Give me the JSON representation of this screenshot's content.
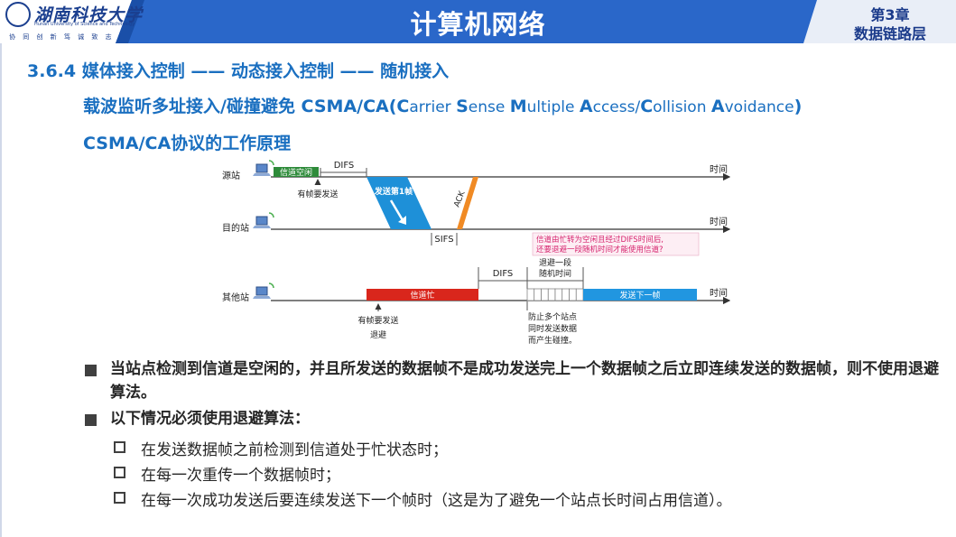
{
  "header": {
    "school_name": "湖南科技大学",
    "school_name_en": "Hunan University of Science and Technology",
    "motto": "协 同 创 新   笃 诚 致 志",
    "course_title": "计算机网络",
    "chapter_num": "第3章",
    "chapter_name": "数据链路层"
  },
  "section": {
    "heading": "3.6.4 媒体接入控制 —— 动态接入控制 —— 随机接入",
    "subheading_prefix": "载波监听多址接入/碰撞避免 CSMA/CA(",
    "subheading_parts": [
      {
        "cap": "C",
        "rest": "arrier "
      },
      {
        "cap": "S",
        "rest": "ense "
      },
      {
        "cap": "M",
        "rest": "ultiple "
      },
      {
        "cap": "A",
        "rest": "ccess/"
      },
      {
        "cap": "C",
        "rest": "ollision "
      },
      {
        "cap": "A",
        "rest": "voidance"
      }
    ],
    "subheading_suffix": ")",
    "principle_title": "CSMA/CA协议的工作原理"
  },
  "diagram": {
    "stations": [
      "源站",
      "目的站",
      "其他站"
    ],
    "time_label": "时间",
    "channel_idle": "信道空闲",
    "difs_1": "DIFS",
    "has_frame_1": "有帧要发送",
    "send_frame": "发送第1帧",
    "ack": "ACK",
    "sifs": "SIFS",
    "note_line1": "信道由忙转为空闲且经过DIFS时间后,",
    "note_line2": "还要退避一段随机时间才能使用信道?",
    "difs_2": "DIFS",
    "backoff_line1": "退避一段",
    "backoff_line2": "随机时间",
    "channel_busy": "信道忙",
    "send_next": "发送下一帧",
    "has_frame_2": "有帧要发送",
    "backoff_word": "退避",
    "prevent_line1": "防止多个站点",
    "prevent_line2": "同时发送数据",
    "prevent_line3": "而产生碰撞。",
    "colors": {
      "idle": "#2e8b3a",
      "send": "#1e90d8",
      "ack": "#f08a24",
      "busy": "#d9261c",
      "next": "#2196e0",
      "note": "#d6246e"
    }
  },
  "bullets": [
    "当站点检测到信道是空闲的，并且所发送的数据帧不是成功发送完上一个数据帧之后立即连续发送的数据帧，则不使用退避算法。",
    "以下情况必须使用退避算法："
  ],
  "sub_bullets": [
    "在发送数据帧之前检测到信道处于忙状态时；",
    "在每一次重传一个数据帧时；",
    "在每一次成功发送后要连续发送下一个帧时（这是为了避免一个站点长时间占用信道）。"
  ]
}
